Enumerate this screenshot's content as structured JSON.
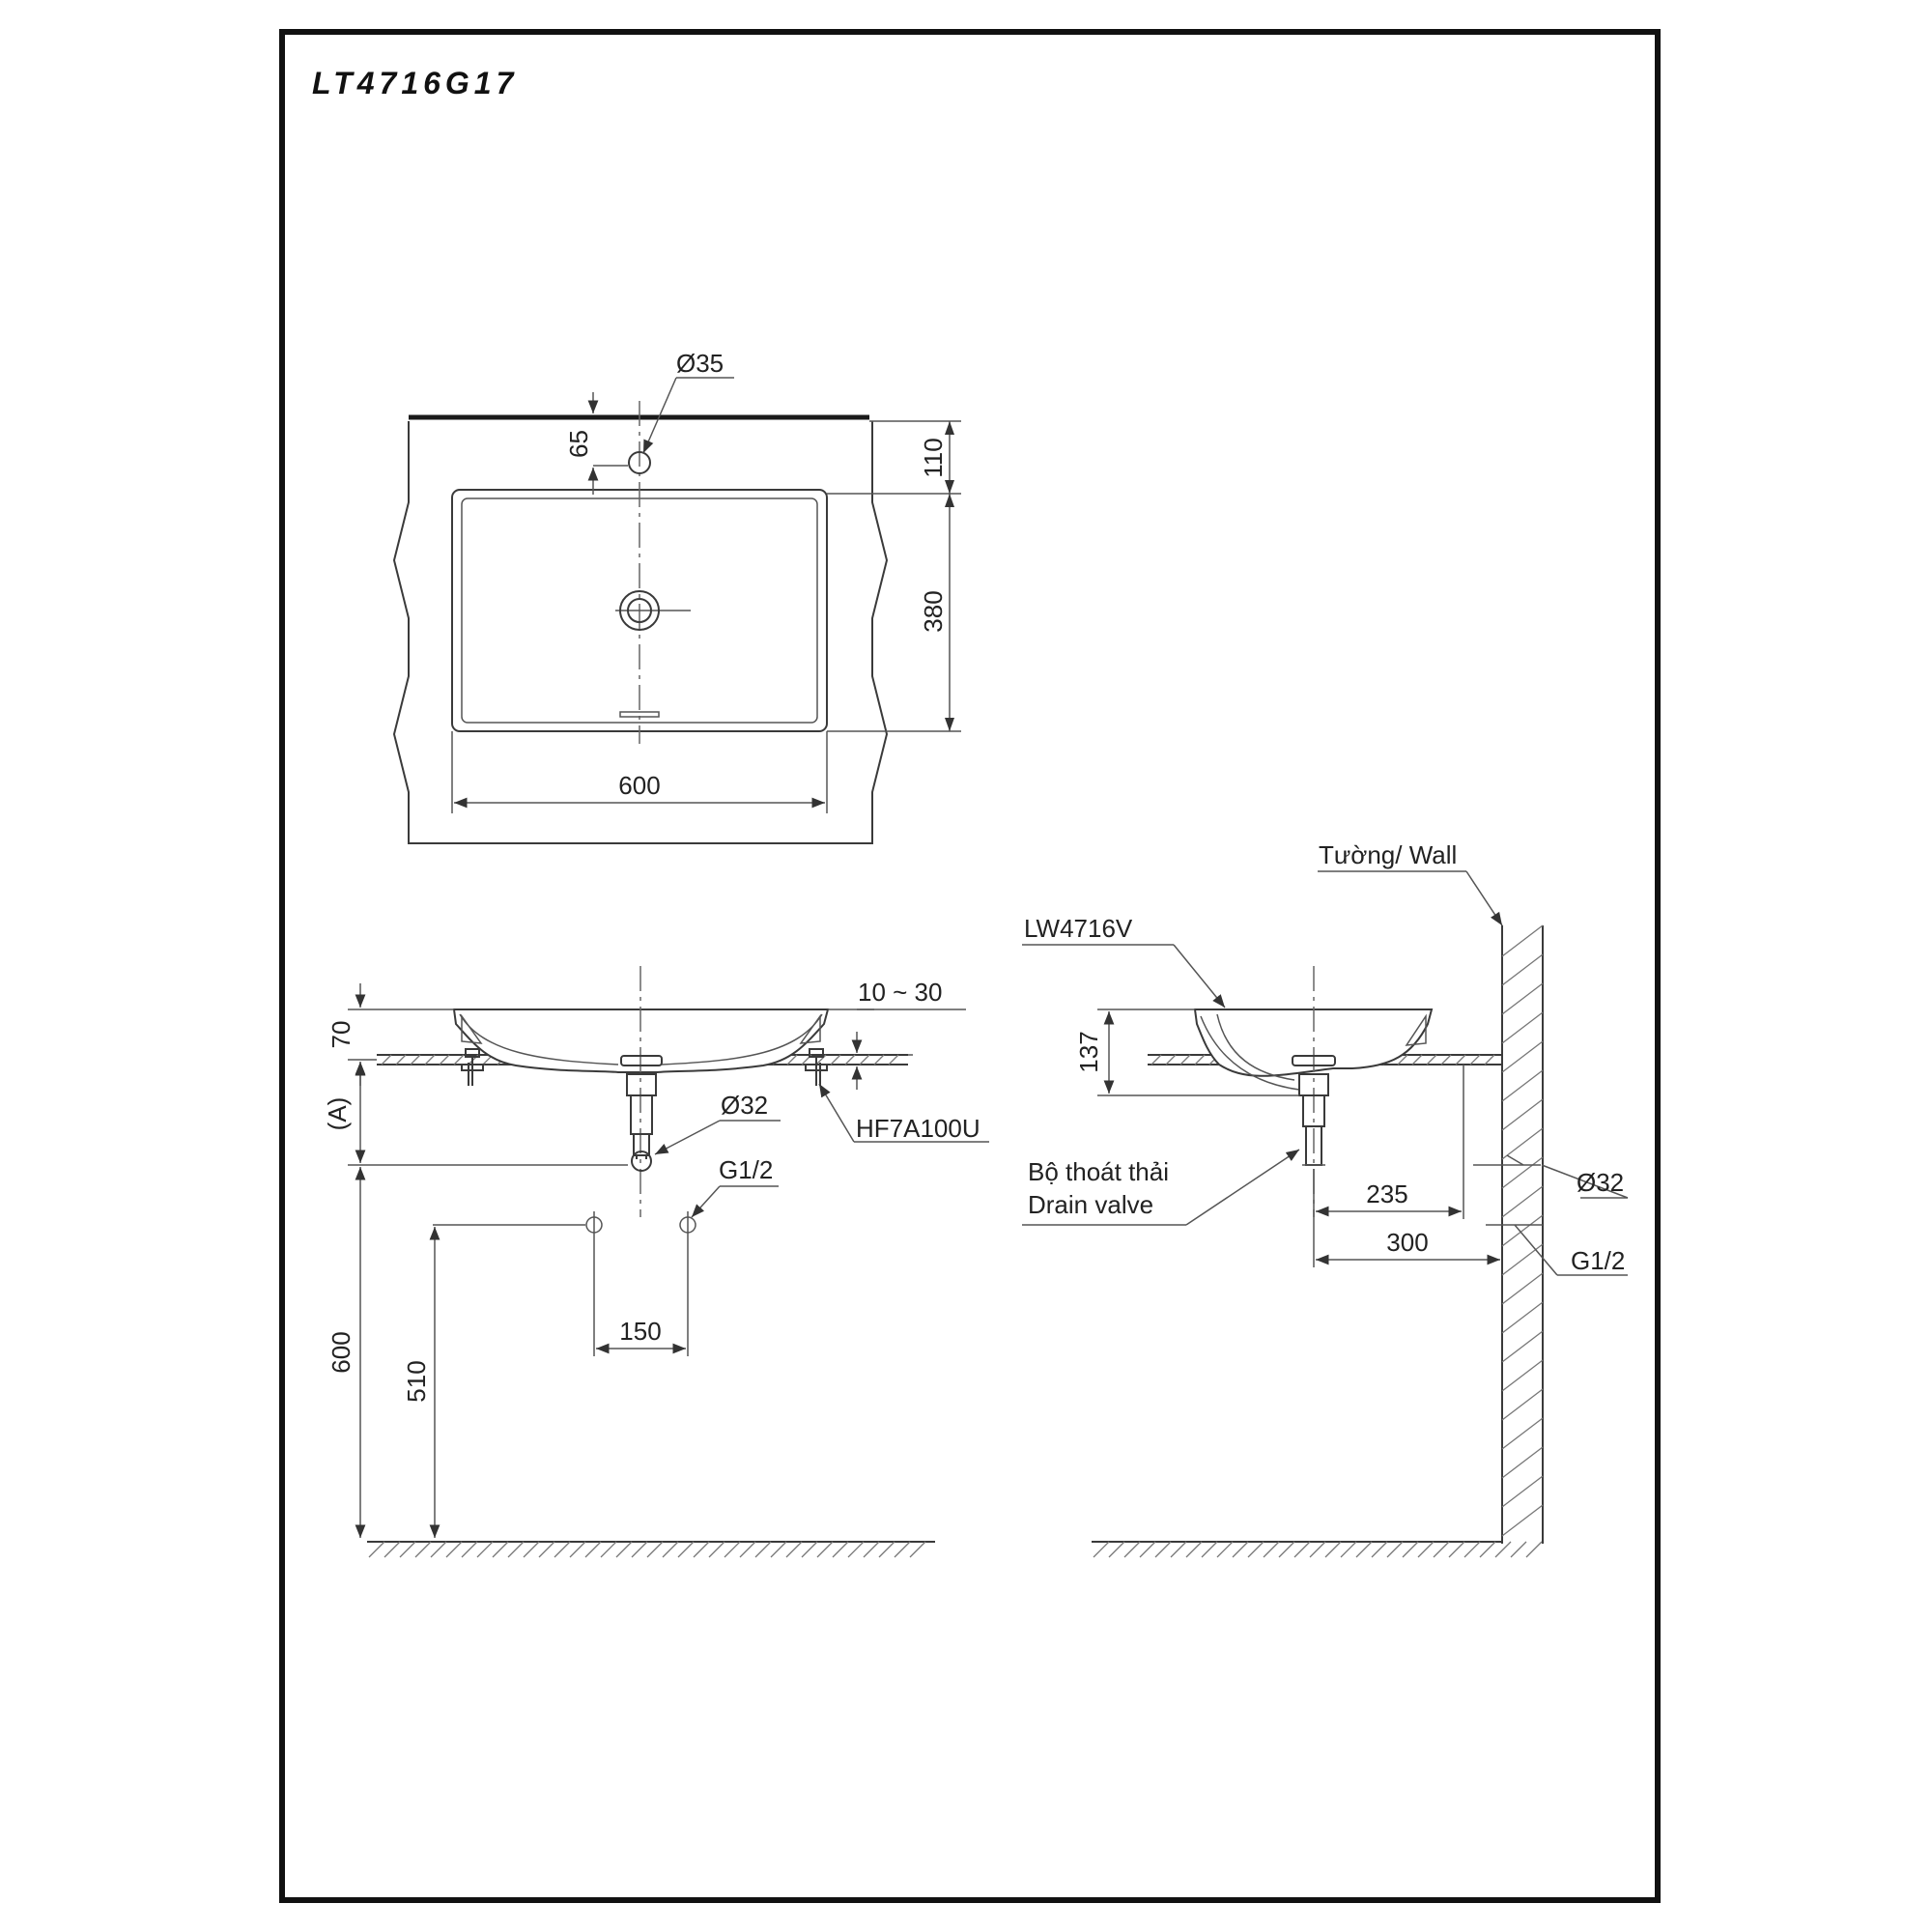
{
  "title": "LT4716G17",
  "top_view": {
    "faucet_hole": "Ø35",
    "dim_65": "65",
    "dim_110": "110",
    "dim_380": "380",
    "dim_600": "600"
  },
  "front_view": {
    "dim_70": "70",
    "dim_A": "(A)",
    "dim_10_30": "10 ~ 30",
    "fixing_kit": "HF7A100U",
    "drain_dia": "Ø32",
    "supply": "G1/2",
    "dim_150": "150",
    "dim_600": "600",
    "dim_510": "510"
  },
  "side_view": {
    "wall_label": "Tường/ Wall",
    "basin_model": "LW4716V",
    "dim_137": "137",
    "drain_valve_vi": "Bộ thoát thải",
    "drain_valve_en": "Drain valve",
    "dim_235": "235",
    "dim_300": "300",
    "drain_dia": "Ø32",
    "supply": "G1/2"
  }
}
